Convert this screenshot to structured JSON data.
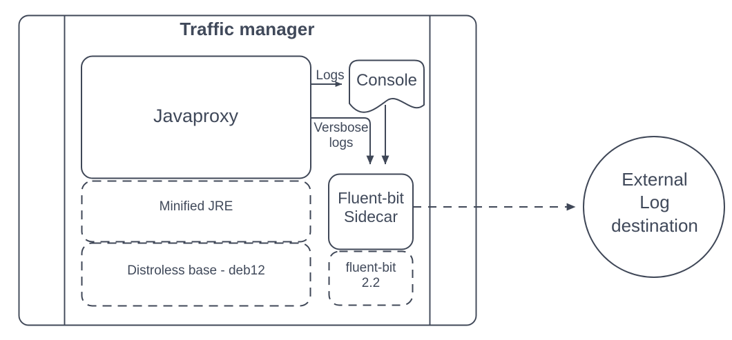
{
  "diagram": {
    "title": "Traffic manager",
    "stroke_color": "#3f4757",
    "text_color": "#40495a",
    "background": "#ffffff",
    "nodes": {
      "javaproxy": {
        "label": "Javaproxy",
        "style": "solid-rounded-rect"
      },
      "minified_jre": {
        "label": "Minified JRE",
        "style": "dashed-rounded-rect"
      },
      "distroless_base": {
        "label": "Distroless base - deb12",
        "style": "dashed-rounded-rect"
      },
      "console": {
        "label": "Console",
        "style": "document-wave"
      },
      "fluentbit_sidecar": {
        "label": "Fluent-bit\nSidecar",
        "style": "solid-rounded-rect"
      },
      "fluentbit_version": {
        "label": "fluent-bit\n2.2",
        "style": "dashed-rounded-rect"
      },
      "external_log_destination": {
        "label": "External\nLog\ndestination",
        "style": "circle"
      }
    },
    "edges": [
      {
        "id": "javaproxy-to-console",
        "label": "Logs",
        "from": "javaproxy",
        "to": "console",
        "style": "solid-arrow"
      },
      {
        "id": "javaproxy-to-fluentbit",
        "label": "Versbose\nlogs",
        "from": "javaproxy",
        "to": "fluentbit_sidecar",
        "style": "solid-arrow"
      },
      {
        "id": "console-to-fluentbit",
        "label": "",
        "from": "console",
        "to": "fluentbit_sidecar",
        "style": "solid-arrow"
      },
      {
        "id": "fluentbit-to-external",
        "label": "",
        "from": "fluentbit_sidecar",
        "to": "external_log_destination",
        "style": "dashed-arrow"
      }
    ]
  }
}
